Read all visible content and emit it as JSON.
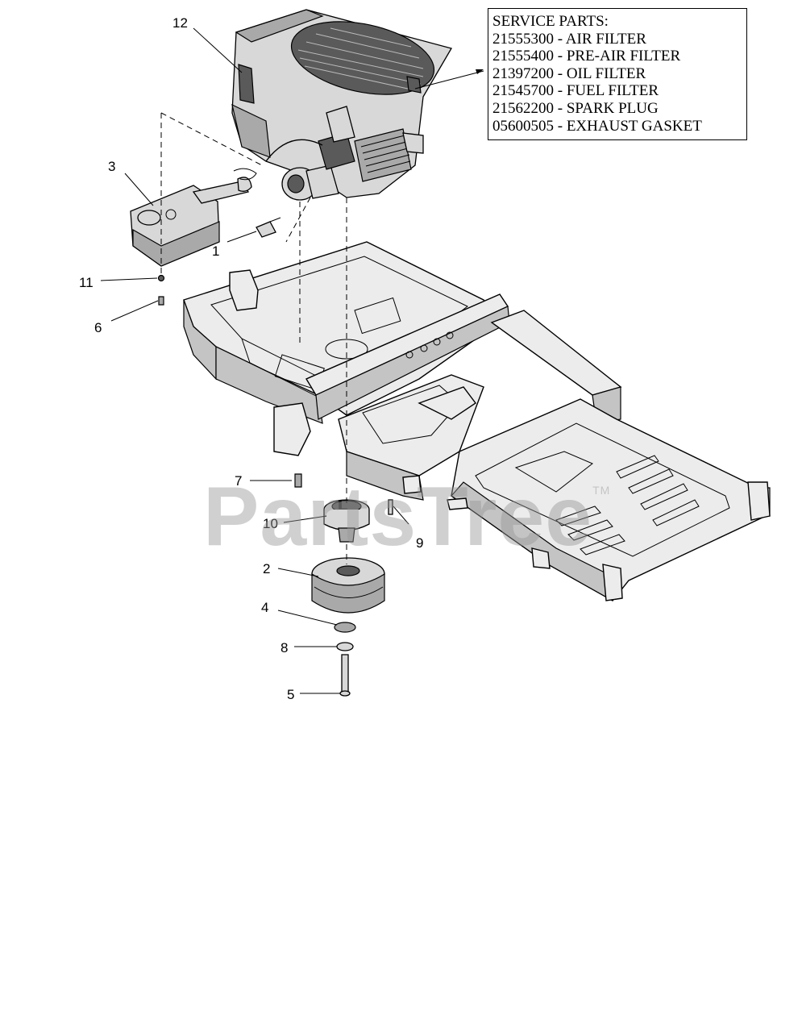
{
  "service_parts": {
    "heading": "SERVICE PARTS:",
    "items": [
      "21555300 - AIR FILTER",
      "21555400 - PRE-AIR FILTER",
      "21397200 - OIL FILTER",
      "21545700 - FUEL FILTER",
      "21562200 - SPARK PLUG",
      "05600505 - EXHAUST GASKET"
    ]
  },
  "callouts": {
    "c1": "1",
    "c2": "2",
    "c3": "3",
    "c4": "4",
    "c5": "5",
    "c6": "6",
    "c7": "7",
    "c8": "8",
    "c9": "9",
    "c10": "10",
    "c11": "11",
    "c12": "12"
  },
  "watermark": {
    "text": "PartsTree",
    "mark": "TM"
  }
}
